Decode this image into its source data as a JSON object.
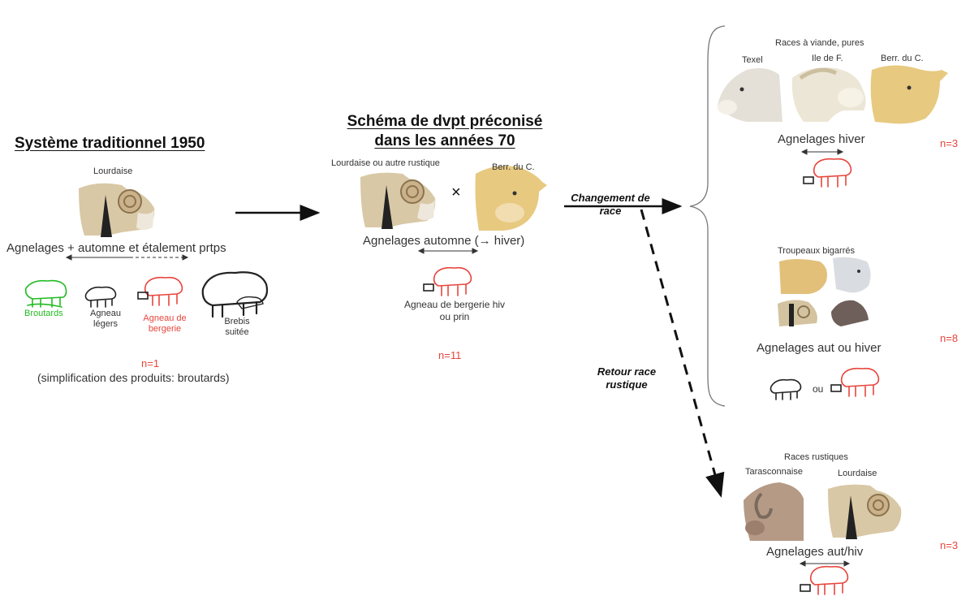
{
  "traditional": {
    "title": "Système traditionnel 1950",
    "breed": "Lourdaise",
    "lambing": "Agnelages + automne et étalement prtps",
    "products": [
      "Broutards",
      "Agneau légers",
      "Agneau de bergerie",
      "Brebis suitée"
    ],
    "n": "n=1",
    "note": "(simplification des produits: broutards)"
  },
  "recommended": {
    "title_line1": "Schéma de dvpt préconisé",
    "title_line2": "dans les années 70",
    "breed_left": "Lourdaise ou autre rustique",
    "cross": "×",
    "breed_right": "Berr. du C.",
    "lambing": "Agnelages automne (→ hiver)",
    "product": "Agneau de bergerie hiv ou prin",
    "n": "n=11"
  },
  "arrows": {
    "change_breed": "Changement de race",
    "return_rustic": "Retour race rustique"
  },
  "outcome_meat": {
    "title": "Races à viande, pures",
    "breeds": [
      "Texel",
      "Ile de F.",
      "Berr. du C."
    ],
    "lambing": "Agnelages hiver",
    "n": "n=3"
  },
  "outcome_mixed": {
    "title": "Troupeaux bigarrés",
    "lambing": "Agnelages aut ou hiver",
    "or": "ou",
    "n": "n=8"
  },
  "outcome_rustic": {
    "title": "Races rustiques",
    "breeds": [
      "Tarasconnaise",
      "Lourdaise"
    ],
    "lambing": "Agnelages aut/hiv",
    "n": "n=3"
  },
  "colors": {
    "red": "#e8453c",
    "green": "#22bb22",
    "text": "#333333"
  },
  "icons": [
    "sheep-head-photo",
    "lamb-sketch-icon",
    "ewe-with-lamb-icon"
  ]
}
